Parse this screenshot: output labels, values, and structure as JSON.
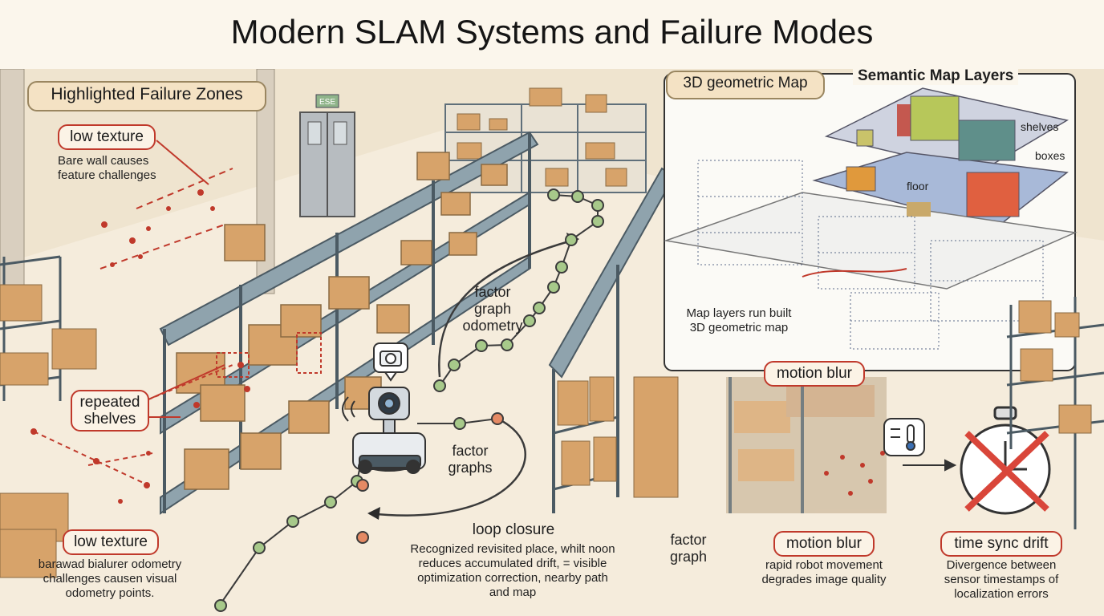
{
  "title": "Modern SLAM Systems and Failure Modes",
  "failure_zones": {
    "heading": "Highlighted Failure Zones",
    "low_texture_top": {
      "label": "low texture",
      "note": "Bare wall causes feature challenges"
    },
    "repeated_shelves": {
      "label": "repeated shelves"
    },
    "low_texture_bottom": {
      "label": "low texture",
      "note": "barawad bialurer odometry challenges causen visual odometry points."
    }
  },
  "sign_text": "ESE",
  "factor_graph_labels": {
    "odometry": "factor graph odometry",
    "graphs": "factor graphs",
    "graph": "factor graph"
  },
  "loop_closure": {
    "label": "loop closure",
    "note": "Recognized revisited place, whilt noon reduces accumulated drift, = visible optimization correction, nearby path and map"
  },
  "semantic_map": {
    "title": "Semantic Map Layers",
    "geometric_label": "3D geometric Map",
    "layers": {
      "shelves": "shelves",
      "boxes": "boxes",
      "floor": "floor"
    },
    "note": "Map layers run built 3D geometric map"
  },
  "motion_blur": {
    "label_top": "motion blur",
    "label_bottom": "motion blur",
    "note": "rapid robot movement degrades image quality"
  },
  "time_sync": {
    "label": "time sync drift",
    "note": "Divergence between sensor timestamps of localization errors"
  },
  "colors": {
    "accent_red": "#c0392b",
    "shelf_blue": "#6c7f8c",
    "box_tan": "#d7a36a",
    "floor": "#f3ead9",
    "path_green": "#a7c98a"
  }
}
